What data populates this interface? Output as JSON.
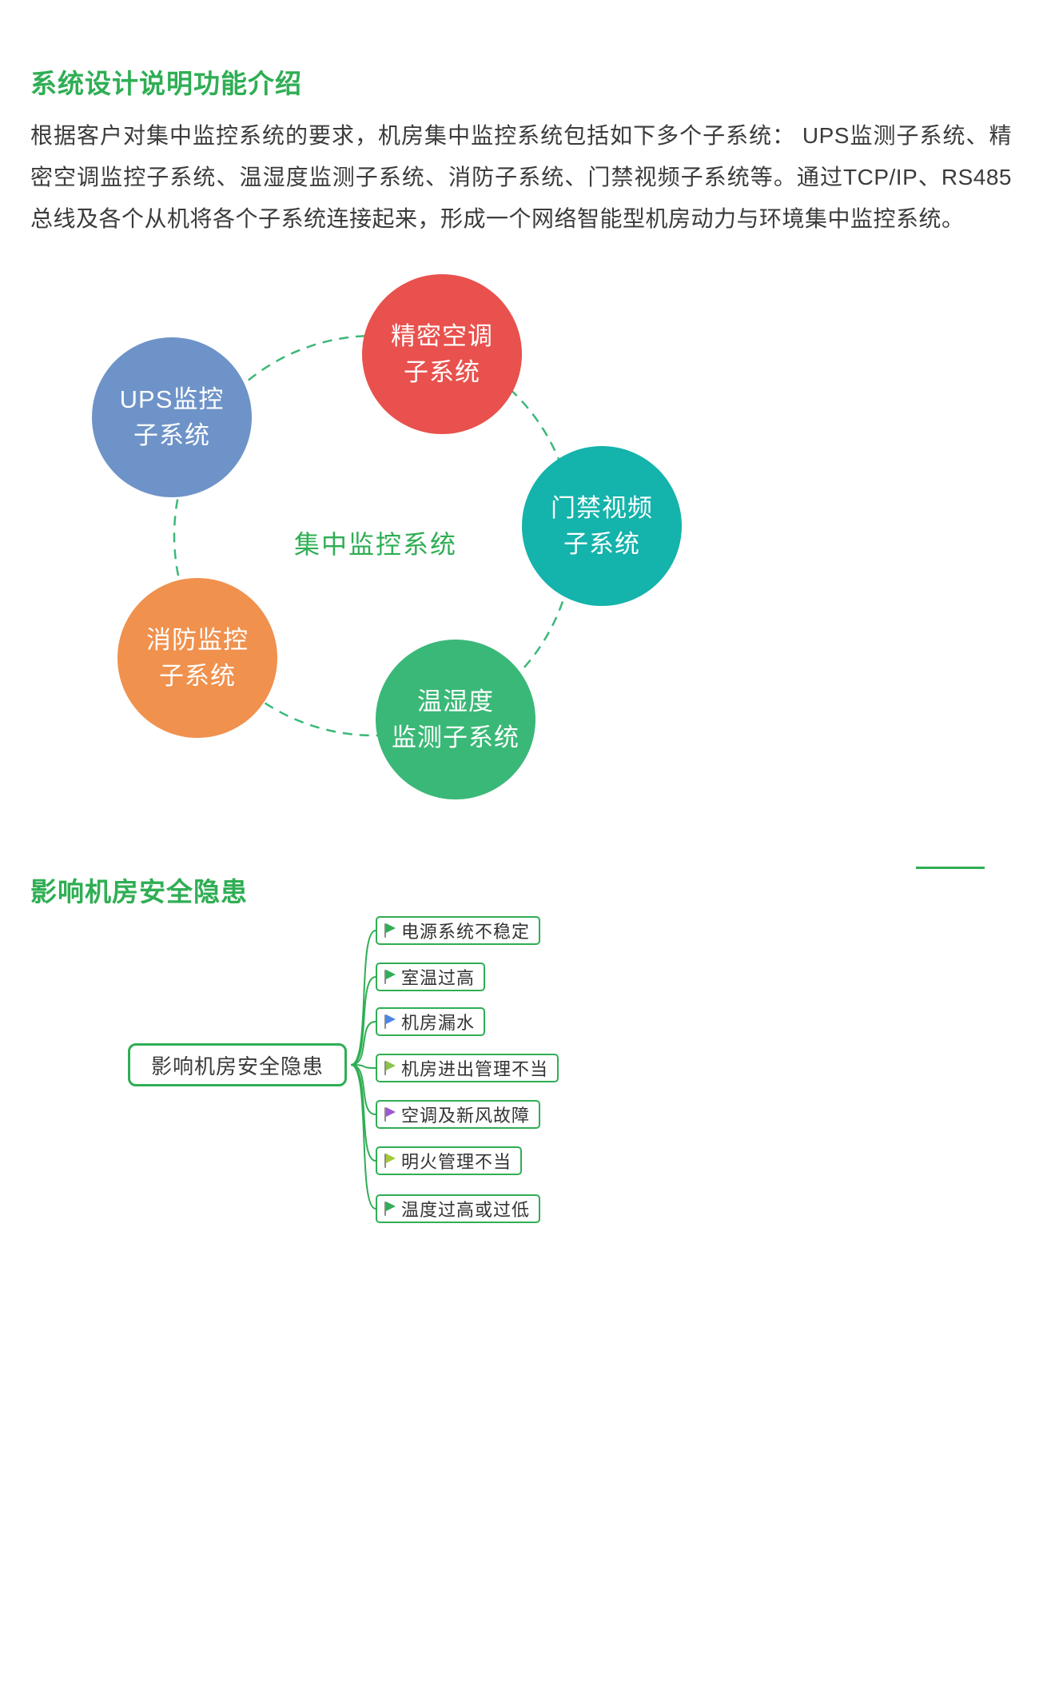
{
  "colors": {
    "accent": "#2fae54",
    "ring": "#3bb878"
  },
  "intro": {
    "title": "系统设计说明功能介绍",
    "paragraph": "根据客户对集中监控系统的要求，机房集中监控系统包括如下多个子系统： UPS监测子系统、精密空调监控子系统、温湿度监测子系统、消防子系统、门禁视频子系统等。通过TCP/IP、RS485总线及各个从机将各个子系统连接起来，形成一个网络智能型机房动力与环境集中监控系统。"
  },
  "diagram": {
    "center_label": "集中监控系统",
    "nodes": [
      {
        "id": "ups",
        "line1": "UPS监控",
        "line2": "子系统",
        "color": "#6e93c8"
      },
      {
        "id": "hvac",
        "line1": "精密空调",
        "line2": "子系统",
        "color": "#e8514d"
      },
      {
        "id": "access",
        "line1": "门禁视频",
        "line2": "子系统",
        "color": "#14b3ab"
      },
      {
        "id": "temp",
        "line1": "温湿度",
        "line2": "监测子系统",
        "color": "#3ab877"
      },
      {
        "id": "fire",
        "line1": "消防监控",
        "line2": "子系统",
        "color": "#f0914e"
      }
    ]
  },
  "section2": {
    "title": "影响机房安全隐患"
  },
  "mindmap": {
    "root": "影响机房安全隐患",
    "leaves": [
      {
        "label": "电源系统不稳定",
        "flag_color": "#2fae54"
      },
      {
        "label": "室温过高",
        "flag_color": "#2fae54"
      },
      {
        "label": "机房漏水",
        "flag_color": "#4a86e8"
      },
      {
        "label": "机房进出管理不当",
        "flag_color": "#8bc34a"
      },
      {
        "label": "空调及新风故障",
        "flag_color": "#9b59d0"
      },
      {
        "label": "明火管理不当",
        "flag_color": "#a5c93a"
      },
      {
        "label": "温度过高或过低",
        "flag_color": "#2fae54"
      }
    ]
  }
}
